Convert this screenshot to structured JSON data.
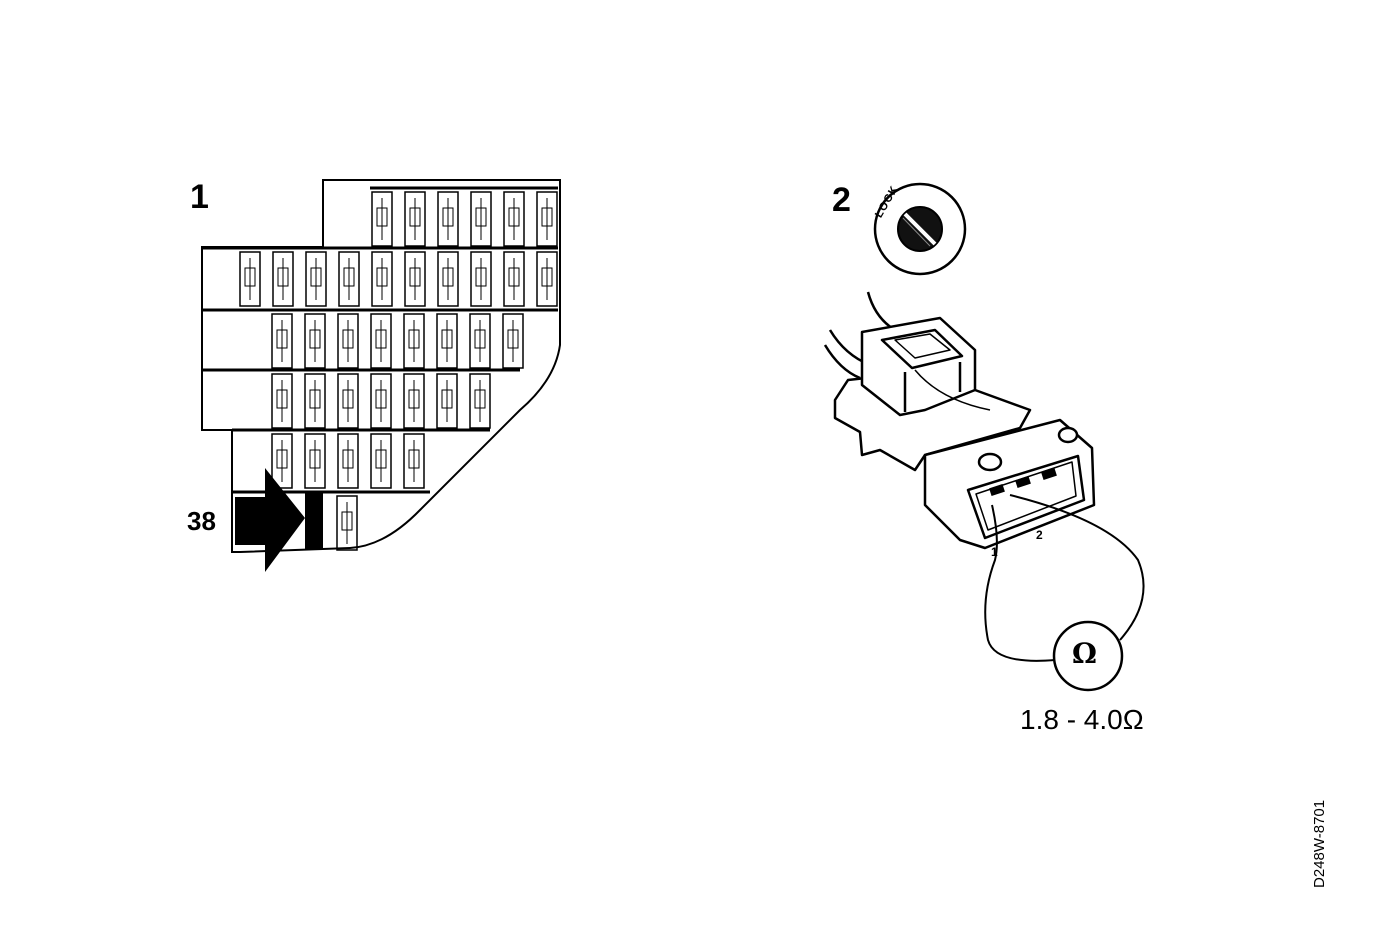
{
  "figure": {
    "step1": {
      "number": "1",
      "fuse_label": "38"
    },
    "step2": {
      "number": "2",
      "ignition_label": "LOCK",
      "pin1_label": "1",
      "pin2_label": "2",
      "meter_symbol": "Ω",
      "resistance_value": "1.8 - 4.0Ω"
    },
    "figure_code": "D248W-8701",
    "colors": {
      "ink": "#000000",
      "paper": "#ffffff"
    }
  }
}
